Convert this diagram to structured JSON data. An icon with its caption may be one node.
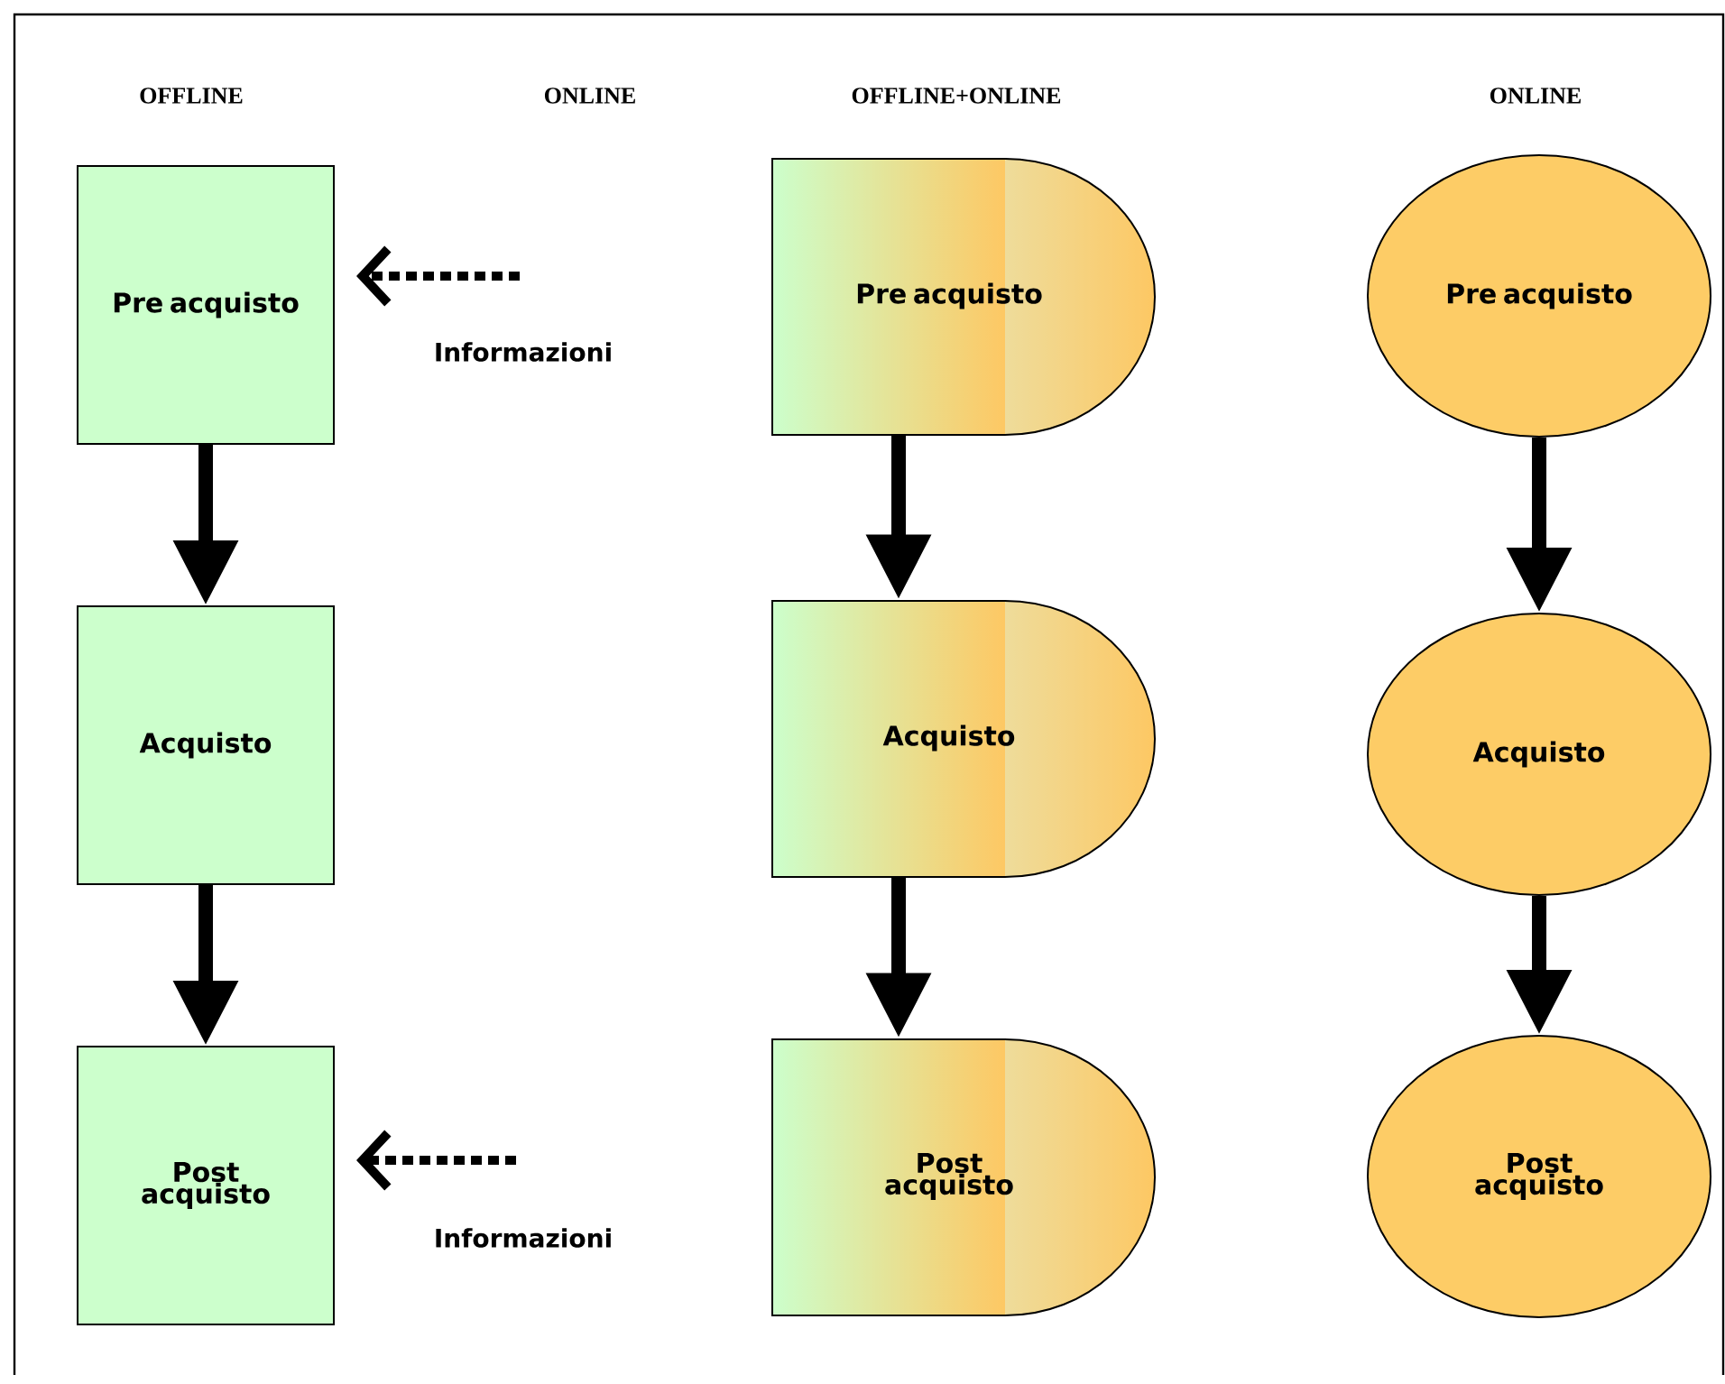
{
  "diagram": {
    "nodes": [
      {
        "text": [
          "Pre acquisto"
        ]
      },
      {
        "text": [
          "Acquisto"
        ]
      },
      {
        "text": [
          "Post acquisto"
        ]
      },
      {
        "text": [
          "Pre acquisto"
        ]
      },
      {
        "text": [
          "Acquisto"
        ]
      },
      {
        "text": [
          "Post acquisto"
        ]
      },
      {
        "text": [
          "Pre acquisto"
        ]
      },
      {
        "text": [
          "Acquisto"
        ]
      },
      {
        "text": [
          "Post acquisto"
        ]
      }
    ],
    "edges": [
      {
        "from": 0,
        "to": 1,
        "arrow": "to"
      },
      {
        "from": 1,
        "to": 2,
        "arrow": "to"
      },
      {
        "from": 3,
        "to": 4,
        "arrow": "to"
      },
      {
        "from": 4,
        "to": 5,
        "arrow": "to"
      },
      {
        "from": 6,
        "to": 7,
        "arrow": "to"
      },
      {
        "from": 7,
        "to": 8,
        "arrow": "to"
      },
      {
        "from": null,
        "to": 0,
        "arrow": "to",
        "style": "dashed",
        "label": "Informazioni"
      },
      {
        "from": null,
        "to": 2,
        "arrow": "to",
        "style": "dashed",
        "label": "Informazioni"
      }
    ],
    "labels": [
      "OFFLINE",
      "ONLINE",
      "OFFLINE+ONLINE",
      "ONLINE"
    ]
  }
}
